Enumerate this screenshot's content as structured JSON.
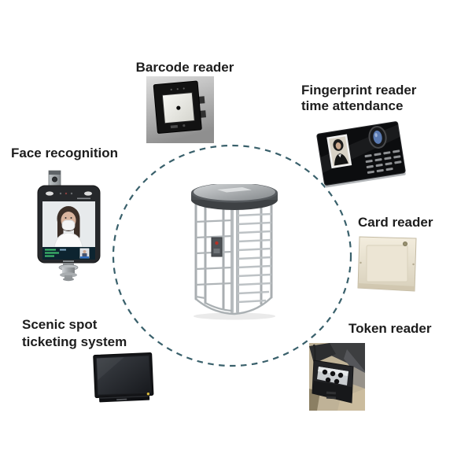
{
  "page": {
    "background": "#ffffff"
  },
  "circle": {
    "color": "#39606b",
    "style": "dashed"
  },
  "label_color": "#1d1d1d",
  "center": {
    "image": "full-height-turnstile-image"
  },
  "items": [
    {
      "id": "barcode-reader",
      "line1": "Barcode reader",
      "image": "barcode-reader-image"
    },
    {
      "id": "fingerprint-reader",
      "line1": "Fingerprint reader",
      "line2": "time attendance",
      "image": "fingerprint-reader-image"
    },
    {
      "id": "face-recognition",
      "line1": "Face recognition",
      "image": "face-recognition-terminal-image"
    },
    {
      "id": "card-reader",
      "line1": "Card reader",
      "image": "card-reader-image"
    },
    {
      "id": "scenic-ticketing",
      "line1": "Scenic spot",
      "line2": "ticketing system",
      "image": "ticketing-monitor-image"
    },
    {
      "id": "token-reader",
      "line1": "Token reader",
      "image": "token-reader-image"
    }
  ]
}
